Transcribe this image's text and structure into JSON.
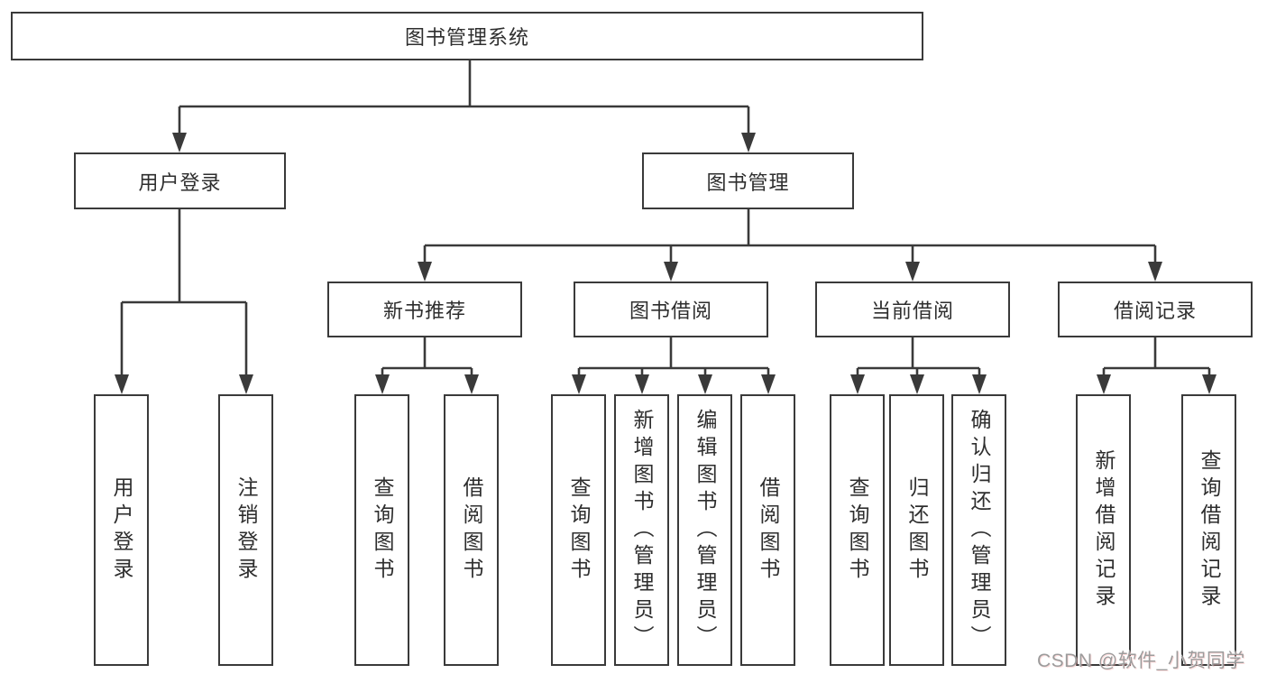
{
  "nodes": {
    "root": "图书管理系统",
    "user_login": "用户登录",
    "book_mgmt": "图书管理",
    "new_books": "新书推荐",
    "book_borrow": "图书借阅",
    "current_borrow": "当前借阅",
    "borrow_records": "借阅记录",
    "leaf_user_login": "用户登录",
    "leaf_logout": "注销登录",
    "leaf_nb_query_books": "查询图书",
    "leaf_nb_borrow_books": "借阅图书",
    "leaf_bb_query_books": "查询图书",
    "leaf_bb_add_books": "新增图书（管理员）",
    "leaf_bb_edit_books": "编辑图书（管理员）",
    "leaf_bb_borrow_books": "借阅图书",
    "leaf_cb_query_books": "查询图书",
    "leaf_cb_return_books": "归还图书",
    "leaf_cb_confirm_return": "确认归还（管理员）",
    "leaf_br_add_record": "新增借阅记录",
    "leaf_br_query_record": "查询借阅记录"
  },
  "watermark": {
    "text": "CSDN @软件_小贺同学"
  },
  "colors": {
    "line": "#3a3a3a",
    "text": "#2e2e2e",
    "watermark": "#9c9c9c",
    "background": "#ffffff"
  }
}
